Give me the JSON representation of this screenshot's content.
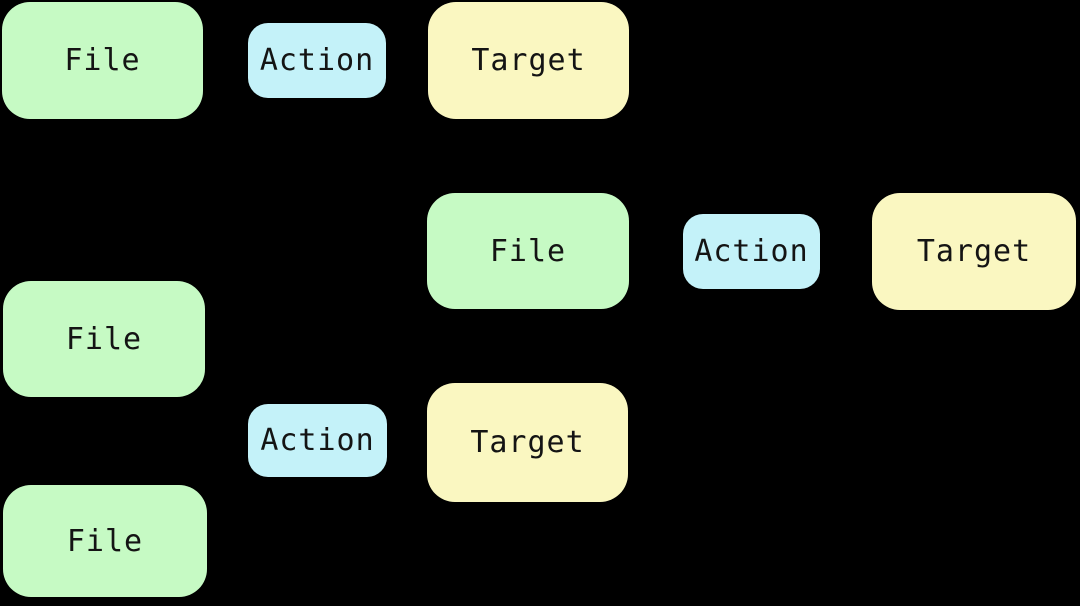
{
  "diagram": {
    "background_color": "#000000",
    "text_color": "#141414",
    "node_types": {
      "file": {
        "fill": "#c6fac4"
      },
      "action": {
        "fill": "#c4f2f9"
      },
      "target": {
        "fill": "#faf7c1"
      }
    },
    "nodes": [
      {
        "id": "file-1",
        "type": "file",
        "label": "File",
        "fill": "#c6fac4"
      },
      {
        "id": "action-1",
        "type": "action",
        "label": "Action",
        "fill": "#c4f2f9"
      },
      {
        "id": "target-1",
        "type": "target",
        "label": "Target",
        "fill": "#faf7c1"
      },
      {
        "id": "file-2",
        "type": "file",
        "label": "File",
        "fill": "#c6fac4"
      },
      {
        "id": "action-2",
        "type": "action",
        "label": "Action",
        "fill": "#c4f2f9"
      },
      {
        "id": "target-2",
        "type": "target",
        "label": "Target",
        "fill": "#faf7c1"
      },
      {
        "id": "file-3",
        "type": "file",
        "label": "File",
        "fill": "#c6fac4"
      },
      {
        "id": "action-3",
        "type": "action",
        "label": "Action",
        "fill": "#c4f2f9"
      },
      {
        "id": "target-3",
        "type": "target",
        "label": "Target",
        "fill": "#faf7c1"
      },
      {
        "id": "file-4",
        "type": "file",
        "label": "File",
        "fill": "#c6fac4"
      }
    ]
  }
}
